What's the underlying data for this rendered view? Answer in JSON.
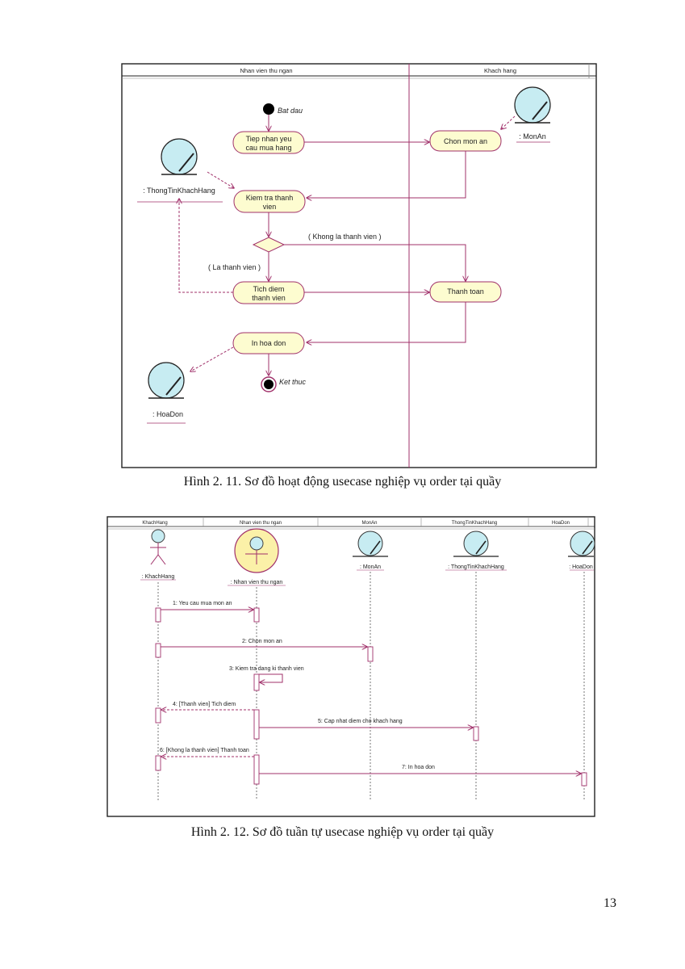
{
  "activity_diagram": {
    "lanes": [
      "Nhan vien thu ngan",
      "Khach hang"
    ],
    "start_label": "Bat dau",
    "end_label": "Ket thuc",
    "actions": {
      "receive_request": [
        "Tiep nhan yeu",
        "cau mua hang"
      ],
      "choose_dish": "Chon mon an",
      "check_member": [
        "Kiem tra thanh",
        "vien"
      ],
      "accumulate_points": [
        "Tich diem",
        "thanh vien"
      ],
      "payment": "Thanh toan",
      "print_invoice": "In hoa don"
    },
    "guards": {
      "not_member": "( Khong la thanh vien )",
      "is_member": "( La thanh vien )"
    },
    "objects": {
      "mon_an": ": MonAn",
      "thong_tin": ": ThongTinKhachHang",
      "hoa_don": ": HoaDon"
    }
  },
  "activity_caption": "Hình 2. 11. Sơ đồ hoạt động usecase nghiệp vụ order tại quầy",
  "sequence_diagram": {
    "header": [
      "KhachHang",
      "Nhan vien thu ngan",
      "MonAn",
      "ThongTinKhachHang",
      "HoaDon"
    ],
    "lifelines": [
      ": KhachHang",
      ": Nhan vien thu ngan",
      ": MonAn",
      ": ThongTinKhachHang",
      ": HoaDon"
    ],
    "messages": [
      "1: Yeu cau mua mon an",
      "2: Chon mon an",
      "3: Kiem tra dang ki thanh vien",
      "4: [Thanh vien] Tich diem",
      "5: Cap nhat diem cho khach hang",
      "6: [Khong la thanh vien] Thanh toan",
      "7: In hoa don"
    ]
  },
  "sequence_caption": "Hình 2. 12. Sơ đồ tuần tự usecase nghiệp vụ order tại quầy",
  "page_number": "13",
  "colors": {
    "line": "#a0306a",
    "action_fill": "#fdfcd0",
    "object_fill": "#c7ecf2",
    "control_fill": "#fbf1a8"
  }
}
